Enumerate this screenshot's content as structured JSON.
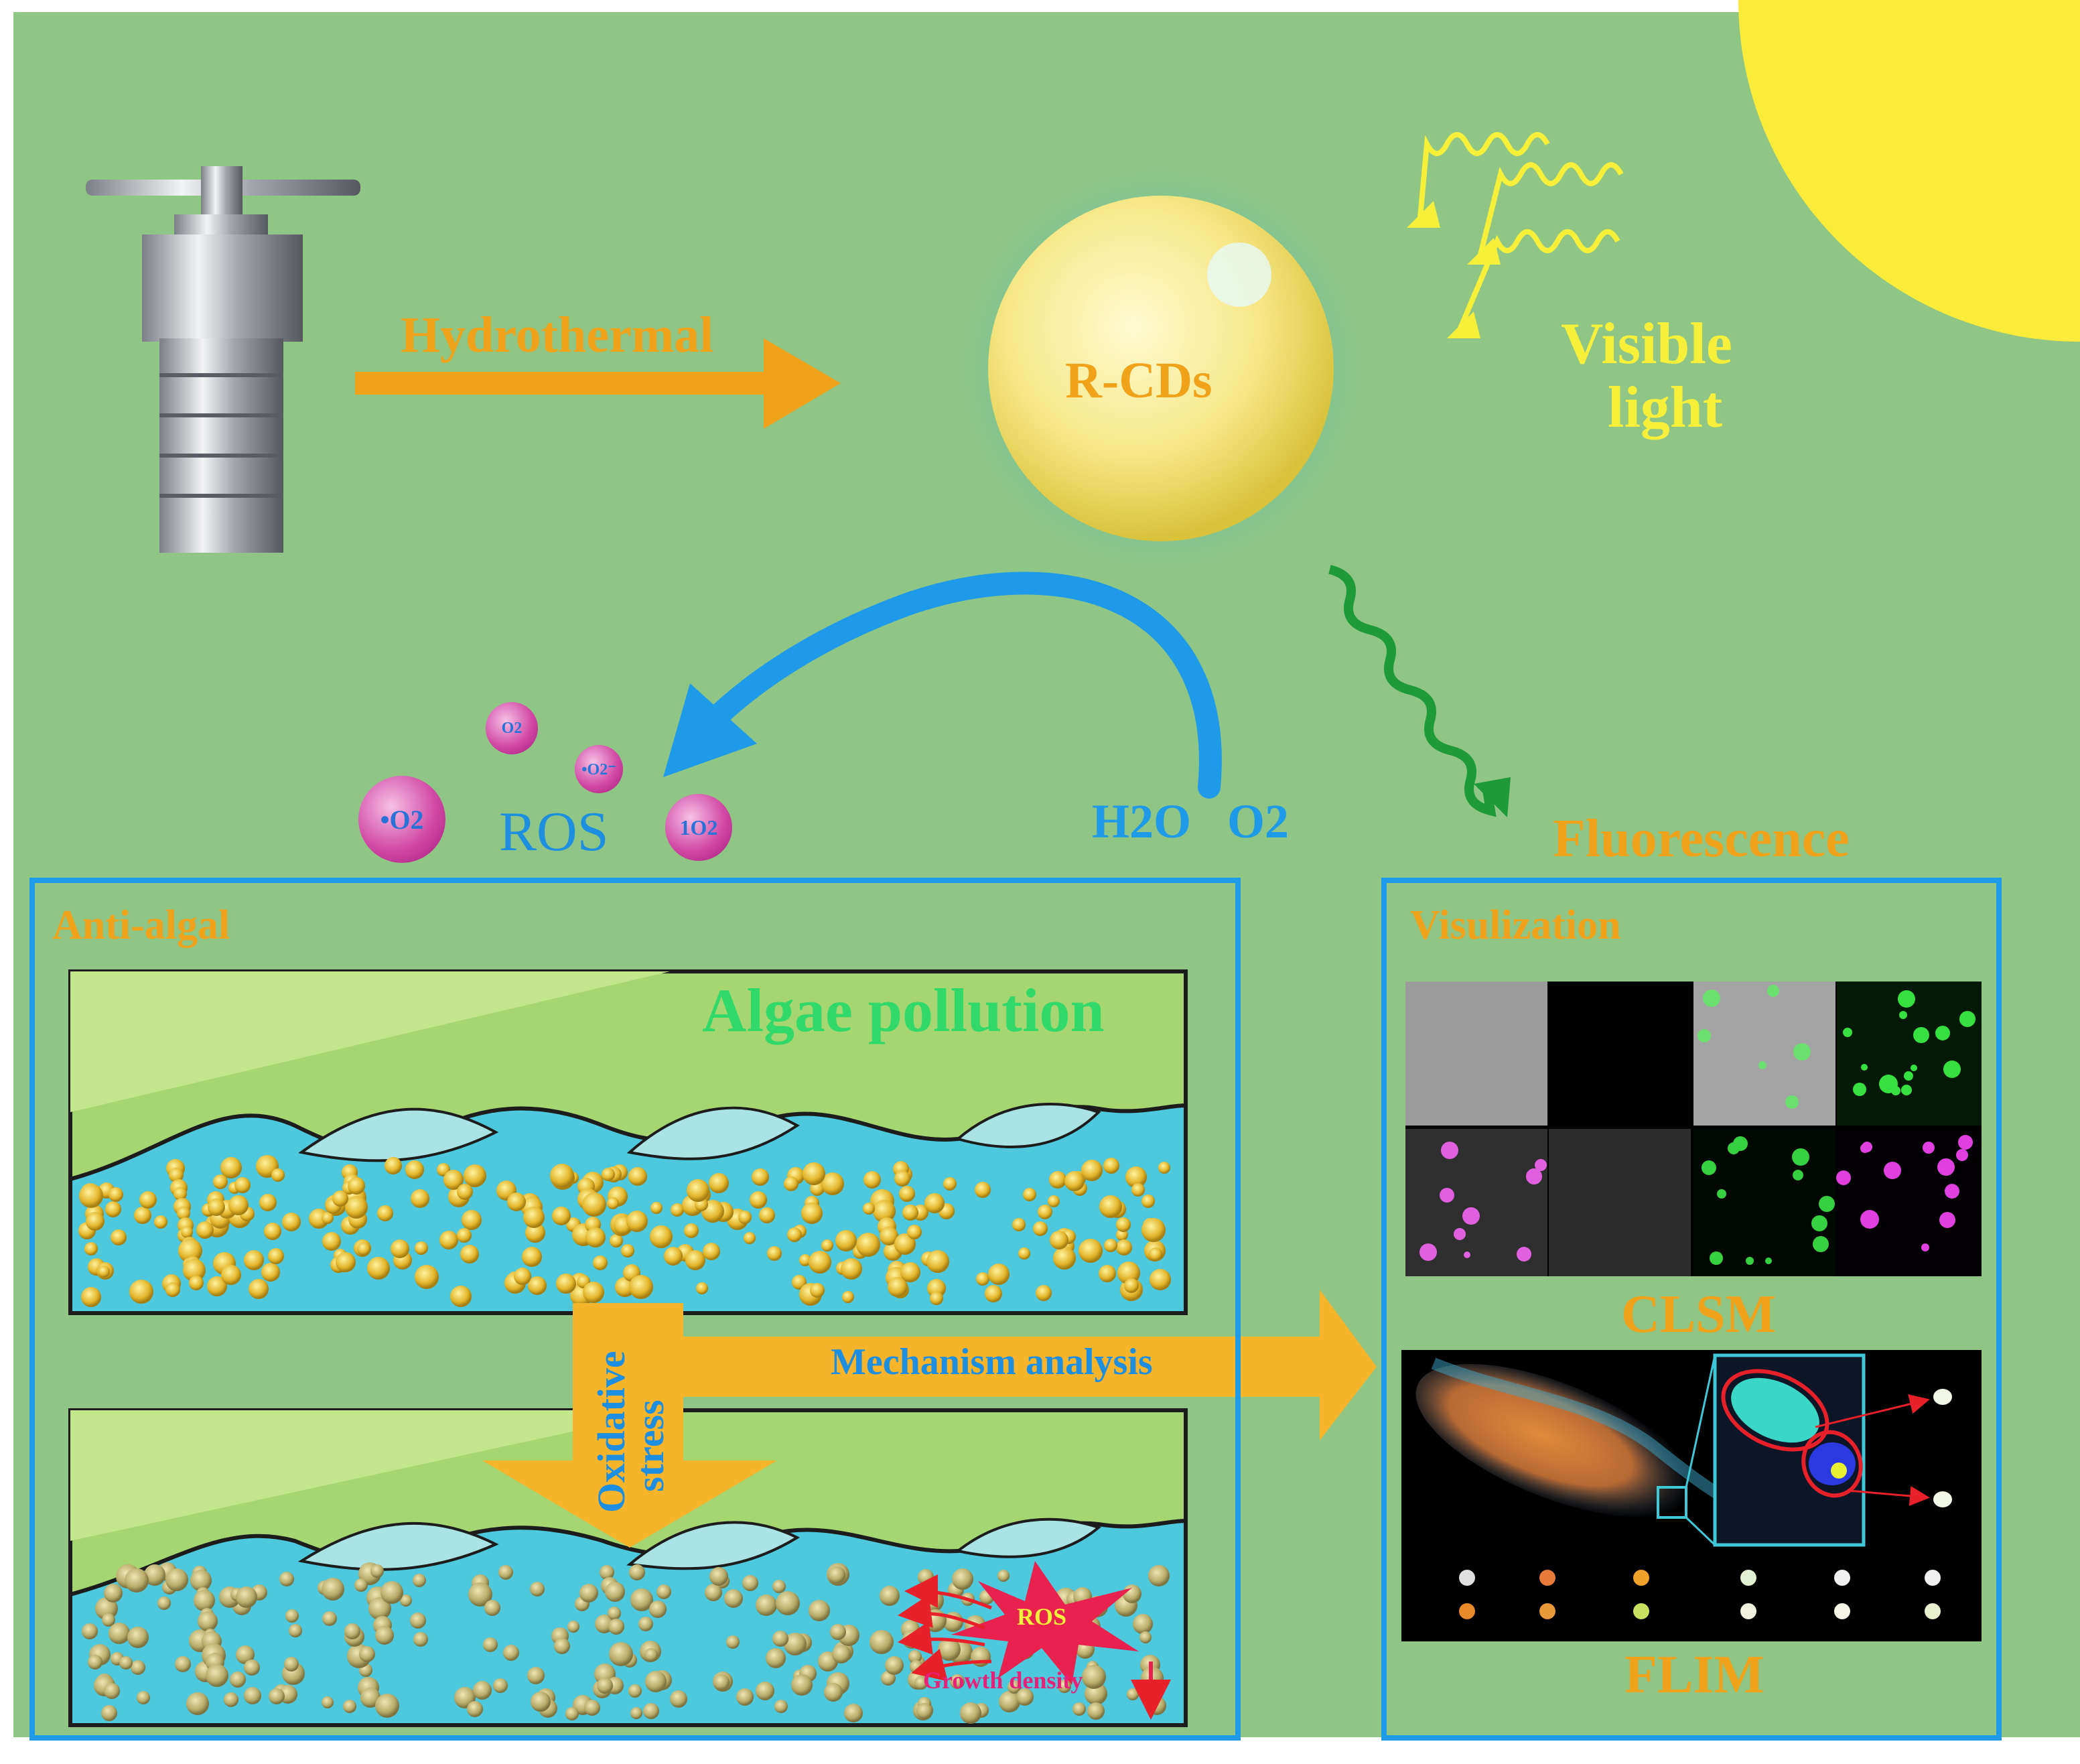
{
  "top": {
    "process_label": "Hydrothermal",
    "particle_label": "R-CDs",
    "light_label_line1": "Visible",
    "light_label_line2": "light"
  },
  "ros": {
    "label": "ROS",
    "molecules": [
      "•O2",
      "O2",
      "•O2⁻",
      "1O2"
    ],
    "reactants": "H2O   O2"
  },
  "fluorescence_label": "Fluorescence",
  "left_panel": {
    "title": "Anti-algal",
    "scene_title": "Algae pollution",
    "oxidative_label_line1": "Oxidative",
    "oxidative_label_line2": "stress",
    "mechanism_label": "Mechanism analysis",
    "ros_burst_label": "ROS",
    "growth_label": "Growth density"
  },
  "right_panel": {
    "title": "Visulization",
    "clsm_label": "CLSM",
    "flim_label": "FLIM"
  },
  "colors": {
    "background": "#8fc585",
    "orange": "#f0a21a",
    "blue": "#1e9ae8",
    "green_text": "#31d96a",
    "yellow_text": "#f6f03a",
    "water": "#4ec8dc"
  }
}
